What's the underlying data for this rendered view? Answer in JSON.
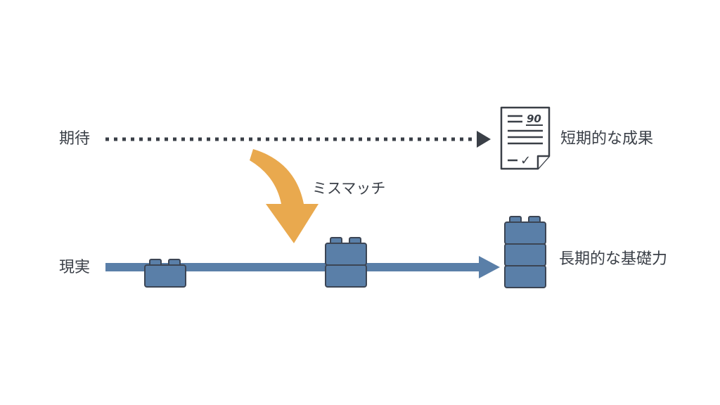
{
  "labels": {
    "expectation": "期待",
    "reality": "現実",
    "mismatch": "ミスマッチ",
    "short_term": "短期的な成果",
    "long_term": "長期的な基礎力"
  },
  "score_sheet": {
    "score": "90",
    "check_mark": "✓"
  },
  "colors": {
    "text": "#3a3f47",
    "dotted_arrow": "#3a3f47",
    "reality_arrow": "#5a7fa8",
    "block_fill": "#5a7fa8",
    "block_stroke": "#3c4554",
    "curved_arrow": "#e9a94e"
  }
}
